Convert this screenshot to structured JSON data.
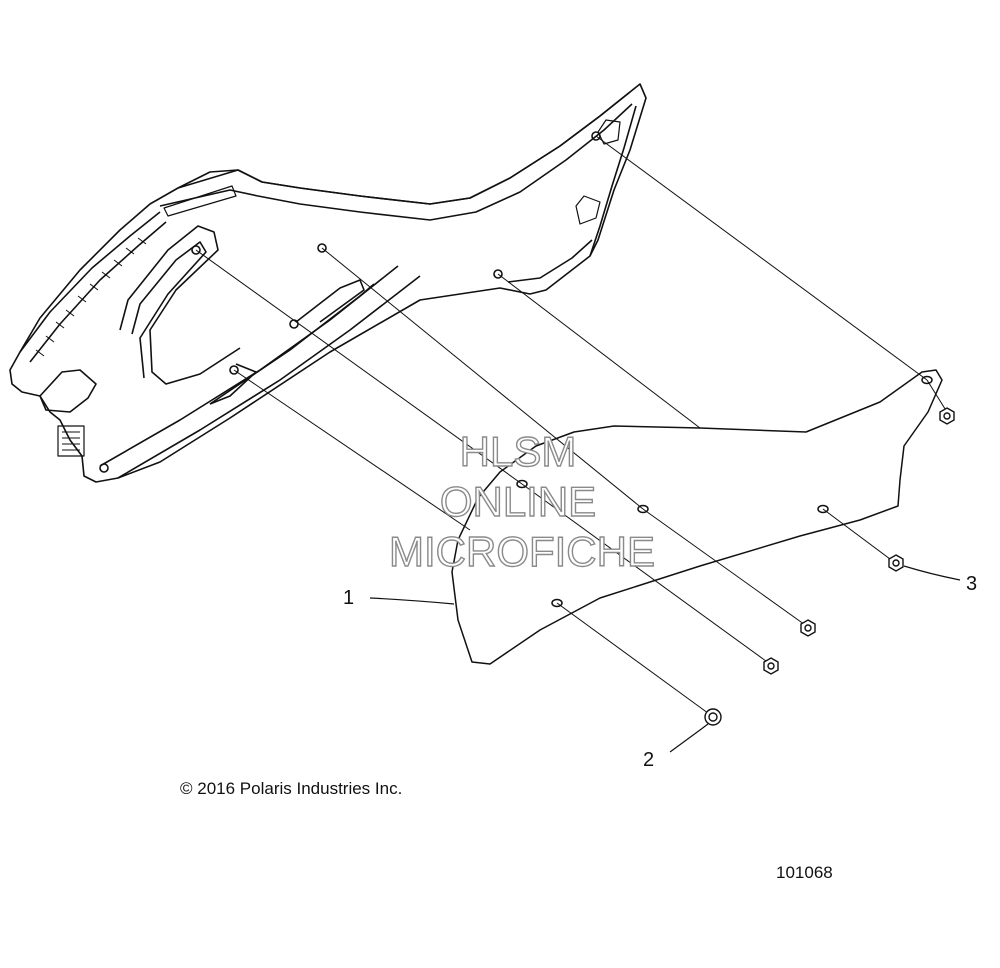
{
  "watermark": {
    "line1": "HLSM",
    "line2": "ONLINE",
    "line3": "MICROFICHE"
  },
  "callouts": [
    {
      "id": "1",
      "label": "1"
    },
    {
      "id": "2",
      "label": "2"
    },
    {
      "id": "3",
      "label": "3"
    }
  ],
  "copyright": "© 2016 Polaris Industries Inc.",
  "figure_number": "101068"
}
